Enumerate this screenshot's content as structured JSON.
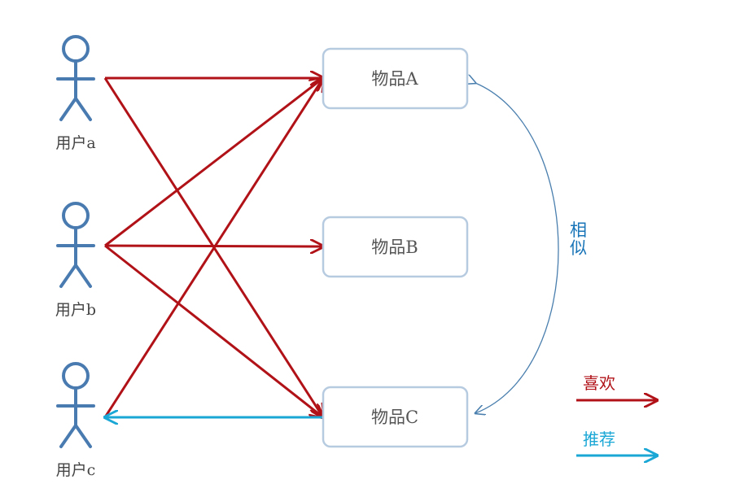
{
  "users": [
    {
      "id": "a",
      "label": "用户a"
    },
    {
      "id": "b",
      "label": "用户b"
    },
    {
      "id": "c",
      "label": "用户c"
    }
  ],
  "items": [
    {
      "id": "A",
      "label": "物品A"
    },
    {
      "id": "B",
      "label": "物品B"
    },
    {
      "id": "C",
      "label": "物品C"
    }
  ],
  "likes": [
    {
      "user": "a",
      "item": "A"
    },
    {
      "user": "a",
      "item": "C"
    },
    {
      "user": "b",
      "item": "A"
    },
    {
      "user": "b",
      "item": "B"
    },
    {
      "user": "b",
      "item": "C"
    },
    {
      "user": "c",
      "item": "A"
    }
  ],
  "recommends": [
    {
      "item": "C",
      "user": "c"
    }
  ],
  "similar": {
    "items": [
      "A",
      "C"
    ],
    "label_line1": "相",
    "label_line2": "似"
  },
  "legend": {
    "like_label": "喜欢",
    "recommend_label": "推荐"
  },
  "colors": {
    "like": "#b01218",
    "recommend": "#1aa7d6",
    "person": "#4a7bb0",
    "item_border": "#b7cbe0",
    "similar": "#4a7fae"
  }
}
